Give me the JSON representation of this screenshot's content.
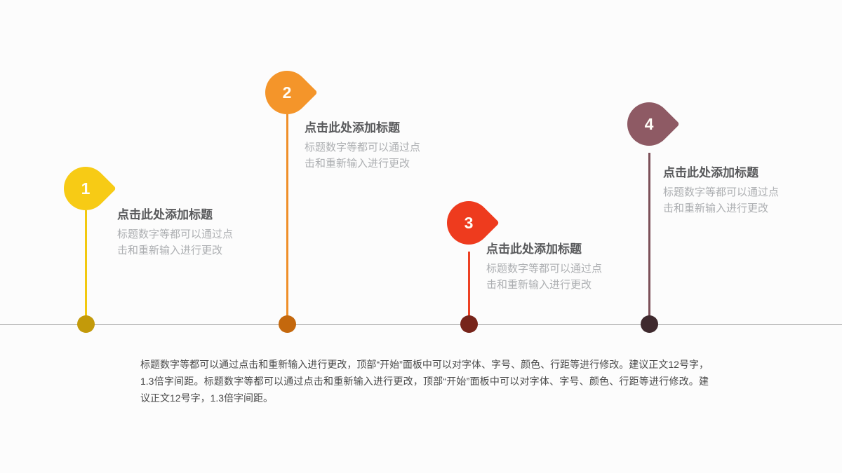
{
  "slide": {
    "background_color": "#FCFCFC",
    "axis_color": "#9A9A9A"
  },
  "milestones": [
    {
      "number": "1",
      "title": "点击此处添加标题",
      "description": "标题数字等都可以通过点击和重新输入进行更改",
      "pin_color": "#F7CB15",
      "dot_color": "#C39A0A",
      "stem_color": "#F2C90F"
    },
    {
      "number": "2",
      "title": "点击此处添加标题",
      "description": "标题数字等都可以通过点击和重新输入进行更改",
      "pin_color": "#F4952A",
      "dot_color": "#C4680D",
      "stem_color": "#EF8F28"
    },
    {
      "number": "3",
      "title": "点击此处添加标题",
      "description": "标题数字等都可以通过点击和重新输入进行更改",
      "pin_color": "#EE3B1E",
      "dot_color": "#77241A",
      "stem_color": "#ED4124"
    },
    {
      "number": "4",
      "title": "点击此处添加标题",
      "description": "标题数字等都可以通过点击和重新输入进行更改",
      "pin_color": "#8E5A64",
      "dot_color": "#3F2A2E",
      "stem_color": "#7C5059"
    }
  ],
  "bottom_paragraph": "标题数字等都可以通过点击和重新输入进行更改，顶部“开始”面板中可以对字体、字号、颜色、行距等进行修改。建议正文12号字，1.3倍字间距。标题数字等都可以通过点击和重新输入进行更改，顶部“开始”面板中可以对字体、字号、颜色、行距等进行修改。建议正文12号字，1.3倍字间距。"
}
